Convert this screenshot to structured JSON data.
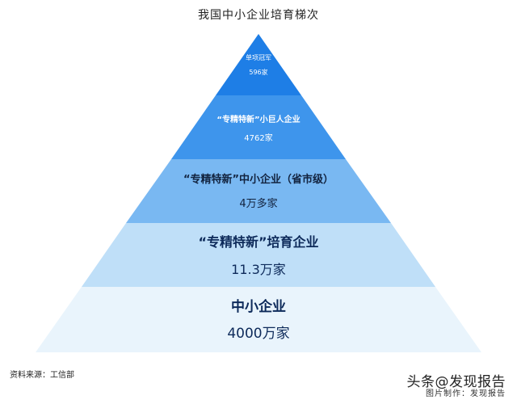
{
  "title": "我国中小企业培育梯次",
  "tiers": [
    {
      "name": "单项冠军",
      "count": "596家",
      "color": "#1e7ee6",
      "text_color": "#ffffff"
    },
    {
      "name": "“专精特新”小巨人企业",
      "count": "4762家",
      "color": "#3e95ec",
      "text_color": "#ffffff"
    },
    {
      "name": "“专精特新”中小企业（省市级）",
      "count": "4万多家",
      "color": "#79b8f2",
      "text_color": "#12233f"
    },
    {
      "name": "“专精特新”培育企业",
      "count": "11.3万家",
      "color": "#bfdff8",
      "text_color": "#0d2a5a"
    },
    {
      "name": "中小企业",
      "count": "4000万家",
      "color": "#e9f4fc",
      "text_color": "#0d2a5a"
    }
  ],
  "source": "资料来源：工信部",
  "watermark": "头条@发现报告",
  "credit": "图片制作：发现报告"
}
